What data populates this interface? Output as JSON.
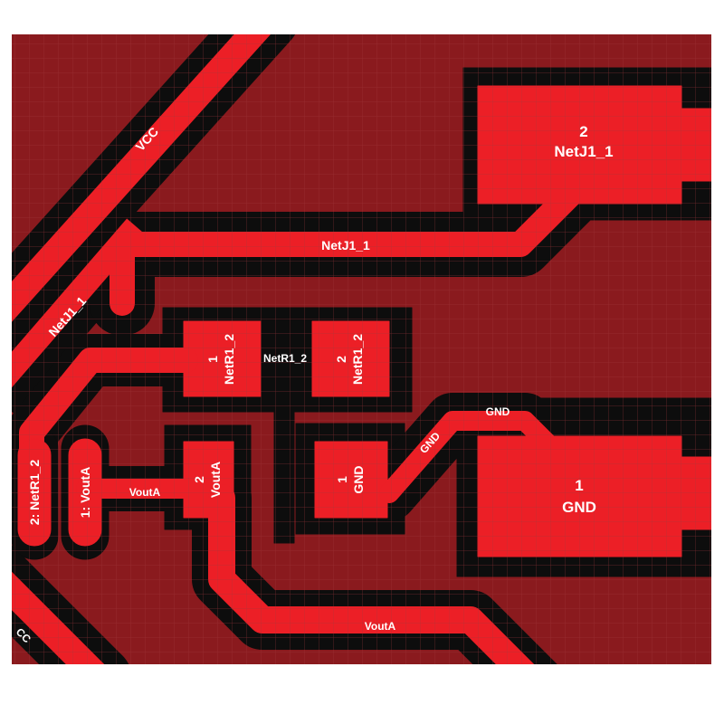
{
  "colors": {
    "board": "#8a1a1e",
    "copper": "#ec1f26",
    "clearance": "#0d0d0d",
    "grid": "#a3383c",
    "paper": "#ffffff",
    "text": "#ffffff"
  },
  "nets": {
    "vcc": "VCC",
    "vcc_cut": "CC",
    "netj1_1": "NetJ1_1",
    "netr1_2": "NetR1_2",
    "vouta": "VoutA",
    "gnd": "GND"
  },
  "pads": {
    "j1_pad2": {
      "number": "2",
      "net": "NetJ1_1"
    },
    "j1_pad1": {
      "number": "1",
      "net": "GND"
    },
    "r1_pad1": {
      "number": "1",
      "net": "NetR1_2"
    },
    "r1_pad2": {
      "number": "2",
      "net": "NetR1_2"
    },
    "u_pad2": {
      "number": "2",
      "net": "VoutA"
    },
    "u_pad1": {
      "number": "1",
      "net": "GND"
    },
    "hdr_pad2": {
      "text": "2: NetR1_2"
    },
    "hdr_pad1": {
      "text": "1: VoutA"
    }
  }
}
